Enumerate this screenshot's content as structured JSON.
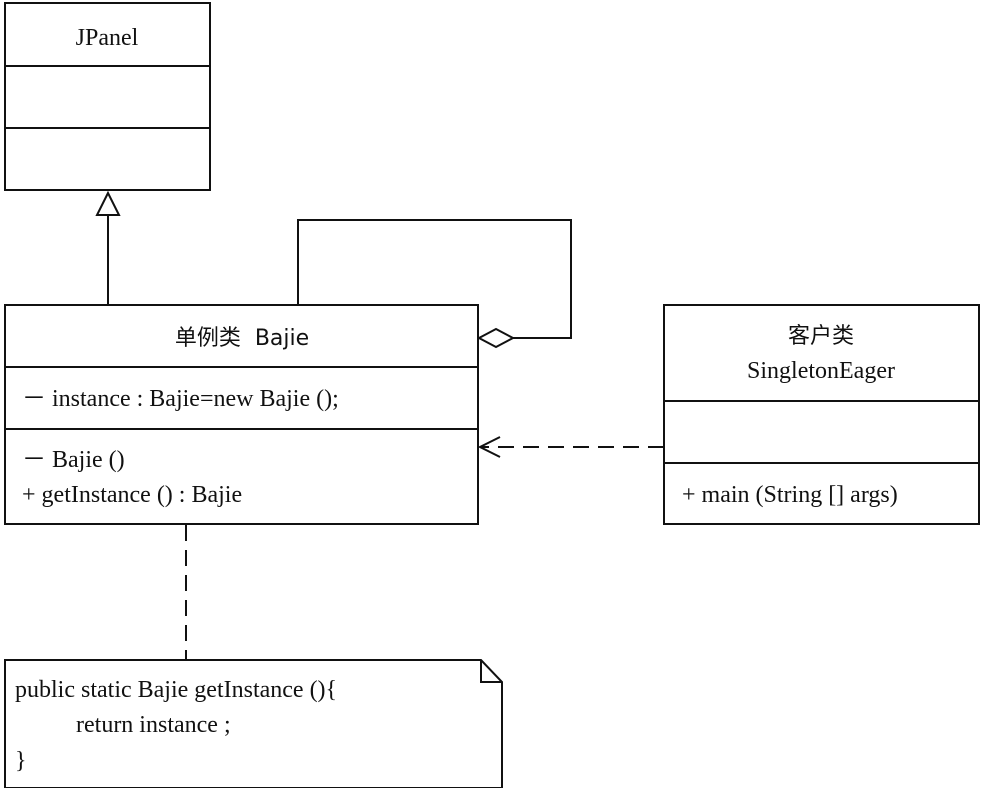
{
  "jpanel": {
    "name": "JPanel"
  },
  "bajie": {
    "name": "单例类  Bajie",
    "attribute": "－ instance : Bajie=new Bajie ();",
    "methods": [
      "－ Bajie ()",
      "+ getInstance () : Bajie"
    ]
  },
  "client": {
    "name_line1": "客户类",
    "name_line2": "SingletonEager",
    "method": "+ main (String [] args)"
  },
  "note": {
    "lines": [
      "public static Bajie getInstance (){",
      "return instance ;",
      "}"
    ]
  }
}
